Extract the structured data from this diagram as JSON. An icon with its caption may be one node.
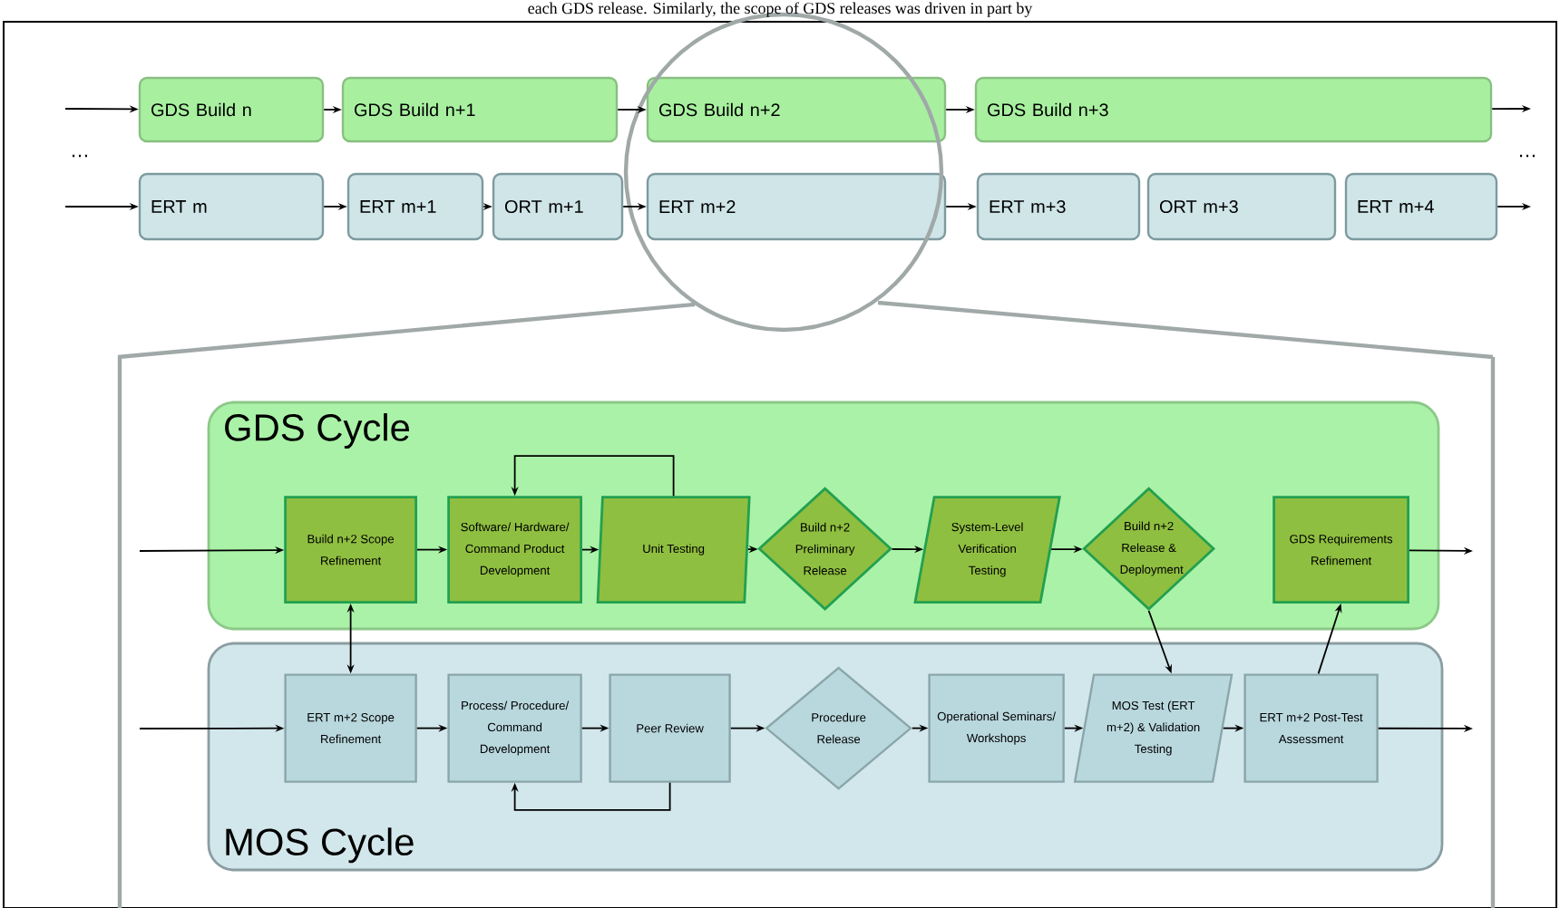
{
  "diagram": {
    "nodes": [
      {
        "text": [
          "GDS Build n"
        ]
      },
      {
        "text": [
          "GDS Build n+1"
        ]
      },
      {
        "text": [
          "GDS Build n+2"
        ]
      },
      {
        "text": [
          "GDS Build n+3"
        ]
      },
      {
        "text": [
          "ERT m"
        ]
      },
      {
        "text": [
          "ERT m+1"
        ]
      },
      {
        "text": [
          "ORT m+1"
        ]
      },
      {
        "text": [
          "ERT m+2"
        ]
      },
      {
        "text": [
          "ERT m+3"
        ]
      },
      {
        "text": [
          "ORT m+3"
        ]
      },
      {
        "text": [
          "ERT m+4"
        ]
      },
      {
        "text": [
          "GDS Cycle"
        ]
      },
      {
        "text": [
          "Build n+2 Scope Refinement"
        ],
        "in": 11
      },
      {
        "text": [
          "Software/ Hardware/ Command Product Development"
        ],
        "in": 11
      },
      {
        "text": [
          "Unit Testing"
        ],
        "in": 11
      },
      {
        "text": [
          "Build n+2 Preliminary Release"
        ],
        "in": 11
      },
      {
        "text": [
          "System-Level Verification Testing"
        ],
        "in": 11
      },
      {
        "text": [
          "Build n+2 Release & Deployment"
        ],
        "in": 11
      },
      {
        "text": [
          "GDS Requirements Refinement"
        ],
        "in": 11
      },
      {
        "text": [
          "MOS Cycle"
        ]
      },
      {
        "text": [
          "ERT m+2 Scope Refinement"
        ],
        "in": 19
      },
      {
        "text": [
          "Process/ Procedure/ Command Development"
        ],
        "in": 19
      },
      {
        "text": [
          "Peer Review"
        ],
        "in": 19
      },
      {
        "text": [
          "Procedure Release"
        ],
        "in": 19
      },
      {
        "text": [
          "Operational Seminars/ Workshops"
        ],
        "in": 19
      },
      {
        "text": [
          "MOS Test (ERT m+2) & Validation Testing"
        ],
        "in": 19
      },
      {
        "text": [
          "ERT m+2 Post-Test Assessment"
        ],
        "in": 19
      }
    ],
    "edges": [
      {
        "from": null,
        "to": 0,
        "arrow": "to"
      },
      {
        "from": 0,
        "to": 1,
        "arrow": "to"
      },
      {
        "from": 1,
        "to": 2,
        "arrow": "to"
      },
      {
        "from": 2,
        "to": 3,
        "arrow": "to"
      },
      {
        "from": 3,
        "to": null,
        "arrow": "to"
      },
      {
        "from": null,
        "to": 4,
        "arrow": "to"
      },
      {
        "from": 4,
        "to": 5,
        "arrow": "to"
      },
      {
        "from": 5,
        "to": 6,
        "arrow": "to"
      },
      {
        "from": 6,
        "to": 7,
        "arrow": "to"
      },
      {
        "from": 7,
        "to": 8,
        "arrow": "to"
      },
      {
        "from": 10,
        "to": null,
        "arrow": "to"
      },
      {
        "from": null,
        "to": 12,
        "arrow": "to"
      },
      {
        "from": 12,
        "to": 13,
        "arrow": "to"
      },
      {
        "from": 13,
        "to": 14,
        "arrow": "to"
      },
      {
        "from": 14,
        "to": 15,
        "arrow": "to"
      },
      {
        "from": 15,
        "to": 16,
        "arrow": "to"
      },
      {
        "from": 16,
        "to": 17,
        "arrow": "to"
      },
      {
        "from": 14,
        "to": 13,
        "arrow": "to"
      },
      {
        "from": 18,
        "to": null,
        "arrow": "to"
      },
      {
        "from": null,
        "to": 20,
        "arrow": "to"
      },
      {
        "from": 20,
        "to": 21,
        "arrow": "to"
      },
      {
        "from": 21,
        "to": 22,
        "arrow": "to"
      },
      {
        "from": 22,
        "to": 23,
        "arrow": "to"
      },
      {
        "from": 23,
        "to": 24,
        "arrow": "to"
      },
      {
        "from": 24,
        "to": 25,
        "arrow": "to"
      },
      {
        "from": 25,
        "to": 26,
        "arrow": "to"
      },
      {
        "from": 22,
        "to": 21,
        "arrow": "to"
      },
      {
        "from": 26,
        "to": null,
        "arrow": "to"
      },
      {
        "from": 12,
        "to": 20,
        "arrow": "both"
      },
      {
        "from": 17,
        "to": 25,
        "arrow": "to"
      },
      {
        "from": 26,
        "to": 18,
        "arrow": "to"
      }
    ],
    "labels": [
      "each GDS release. Similarly, the scope of GDS releases was driven in part by",
      "…",
      "…"
    ]
  }
}
